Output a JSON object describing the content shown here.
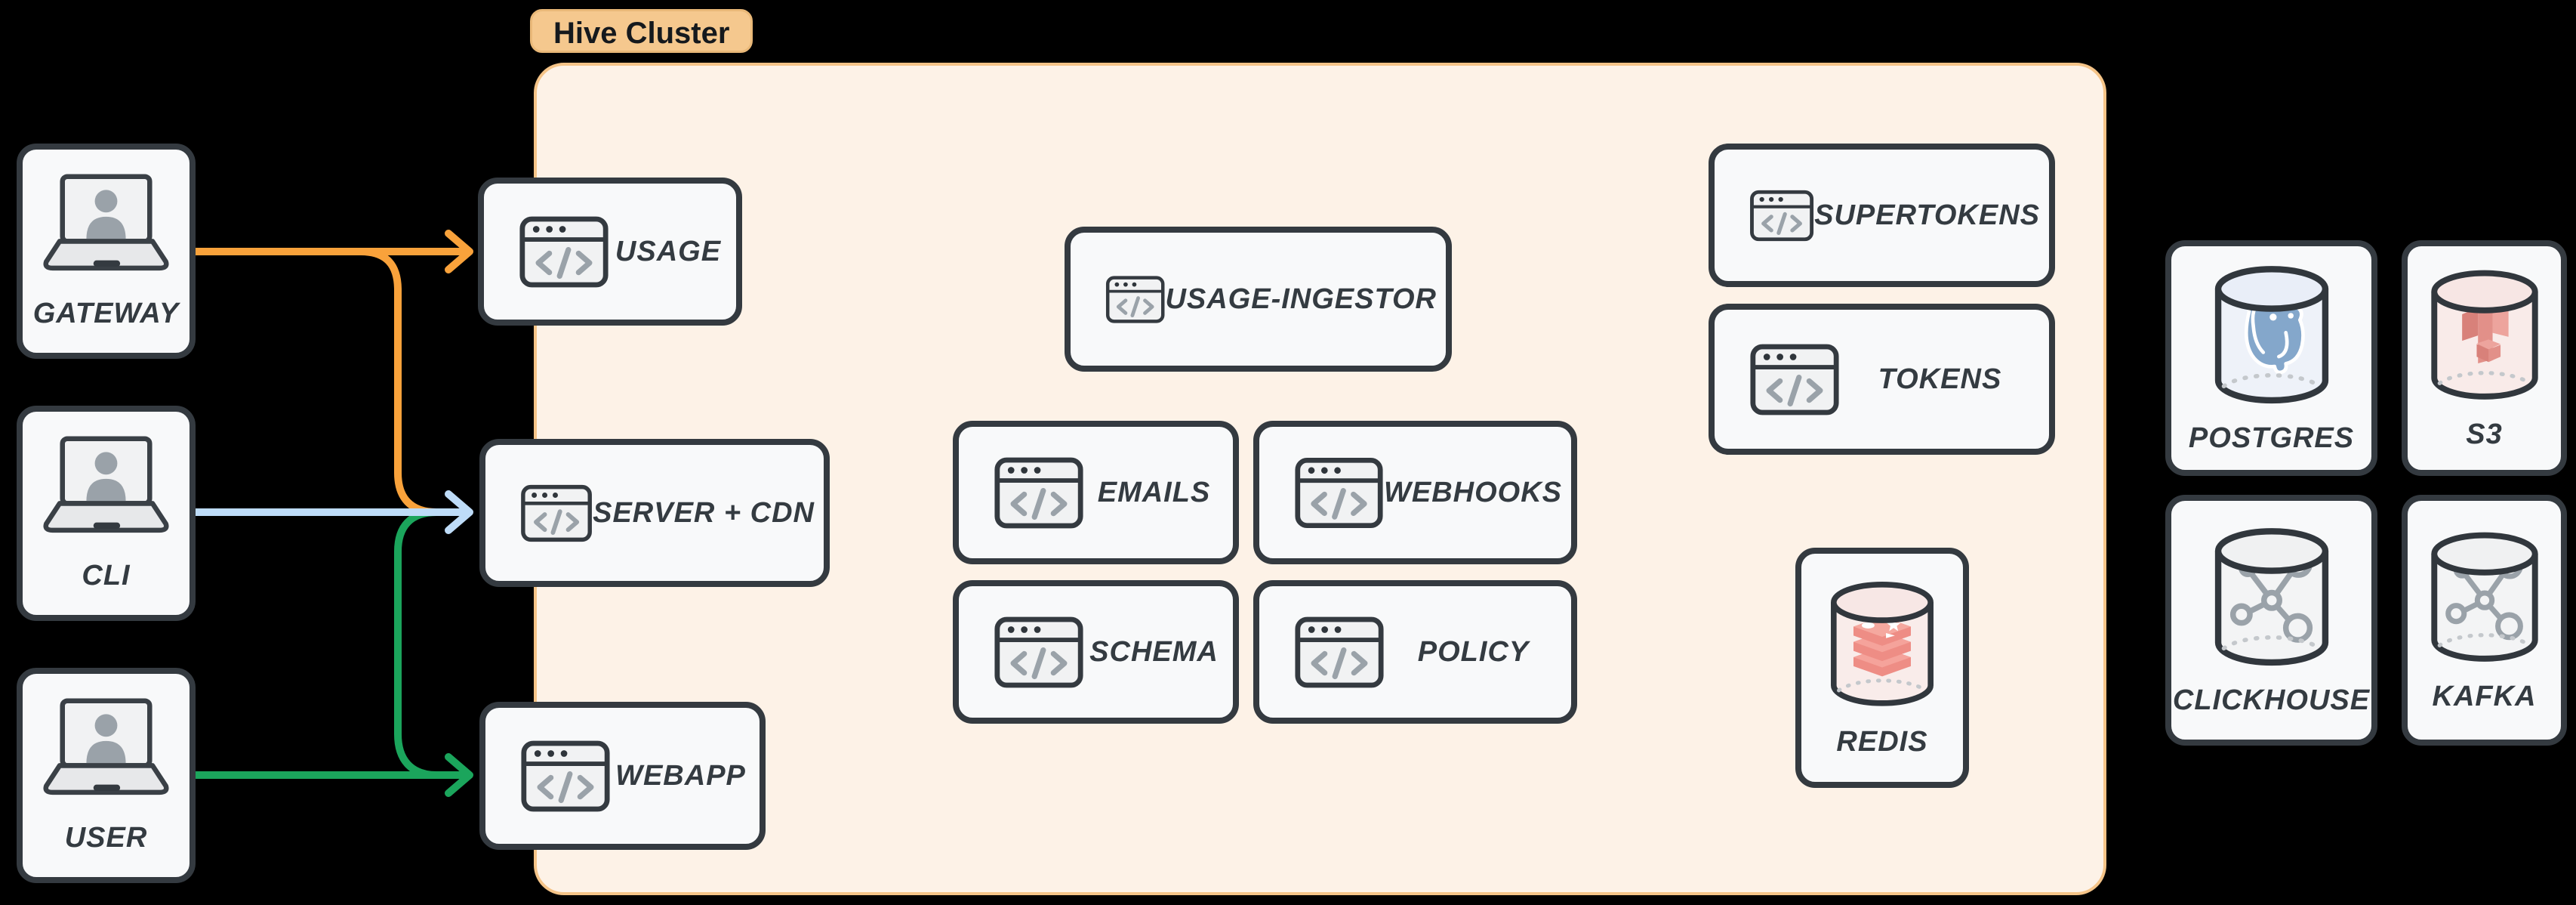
{
  "cluster": {
    "label": "Hive Cluster"
  },
  "clients": [
    {
      "id": "gateway",
      "label": "GATEWAY",
      "icon": "laptop-user"
    },
    {
      "id": "cli",
      "label": "CLI",
      "icon": "laptop-user"
    },
    {
      "id": "user",
      "label": "USER",
      "icon": "laptop-user"
    }
  ],
  "services": {
    "usage": {
      "label": "USAGE",
      "icon": "code-window"
    },
    "server_cdn": {
      "label": "SERVER + CDN",
      "icon": "code-window"
    },
    "webapp": {
      "label": "WEBAPP",
      "icon": "code-window"
    },
    "usage_ingestor": {
      "label": "USAGE-INGESTOR",
      "icon": "code-window"
    },
    "emails": {
      "label": "EMAILS",
      "icon": "code-window"
    },
    "webhooks": {
      "label": "WEBHOOKS",
      "icon": "code-window"
    },
    "schema": {
      "label": "SCHEMA",
      "icon": "code-window"
    },
    "policy": {
      "label": "POLICY",
      "icon": "code-window"
    },
    "supertokens": {
      "label": "SUPERTOKENS",
      "icon": "code-window"
    },
    "tokens": {
      "label": "TOKENS",
      "icon": "code-window"
    },
    "redis": {
      "label": "REDIS",
      "icon": "database-cylinder-redis-logo"
    }
  },
  "datastores": [
    {
      "id": "postgres",
      "label": "POSTGRES",
      "icon": "database-cylinder-postgresql-logo"
    },
    {
      "id": "s3",
      "label": "S3",
      "icon": "database-cylinder-s3-logo"
    },
    {
      "id": "clickhouse",
      "label": "CLICKHOUSE",
      "icon": "database-cylinder-molecule-logo"
    },
    {
      "id": "kafka",
      "label": "KAFKA",
      "icon": "database-cylinder-molecule-logo"
    }
  ],
  "edges": [
    {
      "from": "GATEWAY",
      "to": "USAGE",
      "color_key": "arrow_orange"
    },
    {
      "from": "GATEWAY",
      "to": "SERVER + CDN",
      "color_key": "arrow_orange"
    },
    {
      "from": "CLI",
      "to": "SERVER + CDN",
      "color_key": "arrow_blue"
    },
    {
      "from": "USER",
      "to": "SERVER + CDN",
      "color_key": "arrow_green"
    },
    {
      "from": "USER",
      "to": "WEBAPP",
      "color_key": "arrow_green"
    }
  ],
  "colors": {
    "arrow_orange": "#F9A23B",
    "arrow_blue": "#BEDCF8",
    "arrow_green": "#1BA55C",
    "node_border": "#343A40",
    "node_bg": "#F8F9FA",
    "cluster_bg": "#FDF2E7",
    "cluster_border": "#F5C488",
    "badge_bg": "#F5C88E",
    "icon_gray": "#9AA2A9",
    "label_color": "#343B41"
  }
}
